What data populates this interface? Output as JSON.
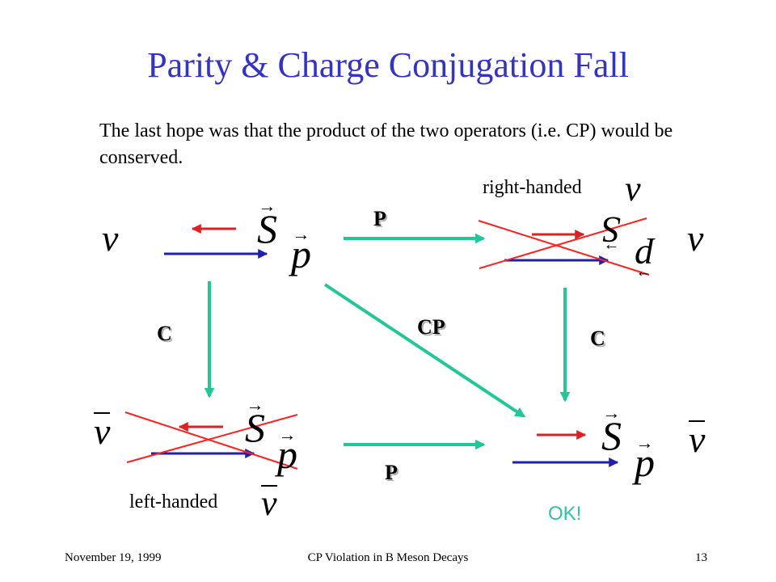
{
  "slide": {
    "title": "Parity & Charge Conjugation Fall",
    "intro": "The last hope was that the product of the two operators (i.e. CP) would be conserved."
  },
  "labels": {
    "right_handed": "right-handed",
    "left_handed": "left-handed",
    "ok": "OK!"
  },
  "operators": {
    "p_top": "P",
    "p_bottom": "P",
    "c_left": "C",
    "c_right": "C",
    "cp": "CP"
  },
  "symbols": {
    "nu": "ν",
    "spin": "S",
    "momentum": "p",
    "vector_arrow": "→"
  },
  "colors": {
    "title": "#3333cc",
    "spin_arrow": "#e02020",
    "momentum_arrow": "#2020b0",
    "transform_arrow": "#20c898",
    "cross": "#ff2020",
    "ok": "#2ec4a0"
  },
  "footer": {
    "date": "November 19, 1999",
    "talk": "CP Violation in B Meson Decays",
    "page": "13"
  }
}
